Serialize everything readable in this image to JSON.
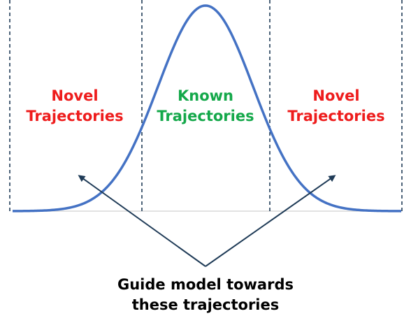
{
  "regions": {
    "left": {
      "line1": "Novel",
      "line2": "Trajectories"
    },
    "center": {
      "line1": "Known",
      "line2": "Trajectories"
    },
    "right": {
      "line1": "Novel",
      "line2": "Trajectories"
    }
  },
  "caption": {
    "line1": "Guide model towards",
    "line2": "these trajectories"
  },
  "colors": {
    "novel": "#ee1c1c",
    "known": "#14a84a",
    "curve": "#4472c4",
    "divider": "#1f3b57",
    "arrow": "#1f3b57",
    "baseline": "#d9d9d9"
  },
  "icons": {
    "curve": "bell-curve",
    "arrow": "arrow-head"
  }
}
